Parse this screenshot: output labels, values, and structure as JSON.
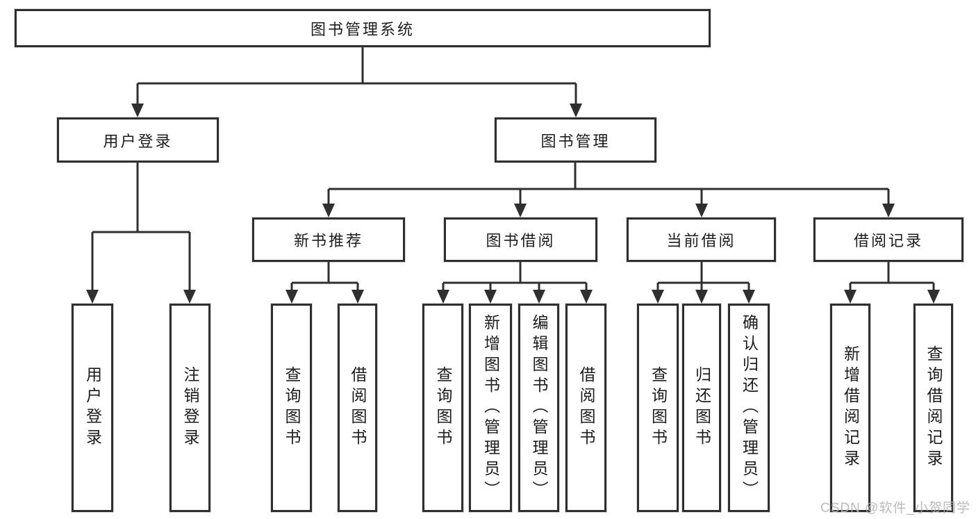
{
  "diagram": {
    "watermark": "CSDN @软件_小贺同学",
    "colors": {
      "background": "#ffffff",
      "line": "#2f2f2f",
      "box_border": "#2f2f2f",
      "text": "#1c1c1c",
      "watermark": "#b2b2ba"
    },
    "tree": {
      "root": {
        "label": "图书管理系统",
        "children": [
          {
            "label": "用户登录",
            "children": [
              {
                "label": "用户登录"
              },
              {
                "label": "注销登录"
              }
            ]
          },
          {
            "label": "图书管理",
            "children": [
              {
                "label": "新书推荐",
                "children": [
                  {
                    "label": "查询图书"
                  },
                  {
                    "label": "借阅图书"
                  }
                ]
              },
              {
                "label": "图书借阅",
                "children": [
                  {
                    "label": "查询图书"
                  },
                  {
                    "label": "新增图书（管理员）"
                  },
                  {
                    "label": "编辑图书（管理员）"
                  },
                  {
                    "label": "借阅图书"
                  }
                ]
              },
              {
                "label": "当前借阅",
                "children": [
                  {
                    "label": "查询图书"
                  },
                  {
                    "label": "归还图书"
                  },
                  {
                    "label": "确认归还（管理员）"
                  }
                ]
              },
              {
                "label": "借阅记录",
                "children": [
                  {
                    "label": "新增借阅记录"
                  },
                  {
                    "label": "查询借阅记录"
                  }
                ]
              }
            ]
          }
        ]
      }
    }
  }
}
